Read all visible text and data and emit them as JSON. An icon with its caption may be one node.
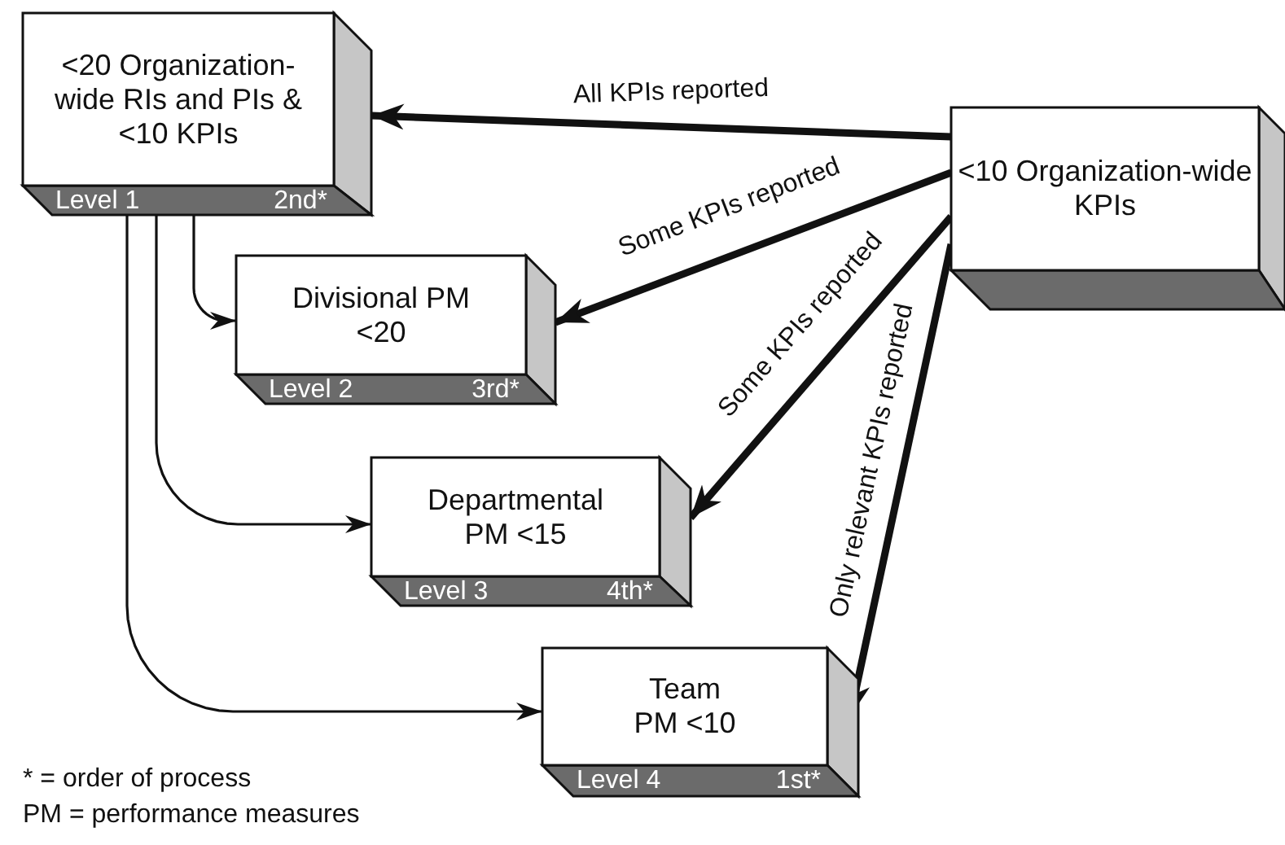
{
  "diagram": {
    "nodes": [
      {
        "text": [
          "<20 Organization-wide RIs and PIs & <10 KPIs",
          "Level 1",
          "2nd*"
        ]
      },
      {
        "text": [
          "Divisional PM <20",
          "Level 2",
          "3rd*"
        ]
      },
      {
        "text": [
          "Departmental PM <15",
          "Level 3",
          "4th*"
        ]
      },
      {
        "text": [
          "Team PM <10",
          "Level 4",
          "1st*"
        ]
      },
      {
        "text": [
          "<10 Organization-wide KPIs"
        ]
      }
    ],
    "edges": [
      {
        "from": 4,
        "to": 0,
        "arrow": "to",
        "label": "All KPIs reported"
      },
      {
        "from": 4,
        "to": 1,
        "arrow": "to",
        "label": "Some KPIs reported"
      },
      {
        "from": 4,
        "to": 2,
        "arrow": "to",
        "label": "Some KPIs reported"
      },
      {
        "from": 4,
        "to": 3,
        "arrow": "to",
        "label": "Only relevant KPIs reported"
      },
      {
        "from": 0,
        "to": 1,
        "arrow": "to"
      },
      {
        "from": 0,
        "to": 2,
        "arrow": "to"
      },
      {
        "from": 0,
        "to": 3,
        "arrow": "to"
      }
    ],
    "labels": [
      "* = order of process",
      "PM = performance measures"
    ]
  }
}
